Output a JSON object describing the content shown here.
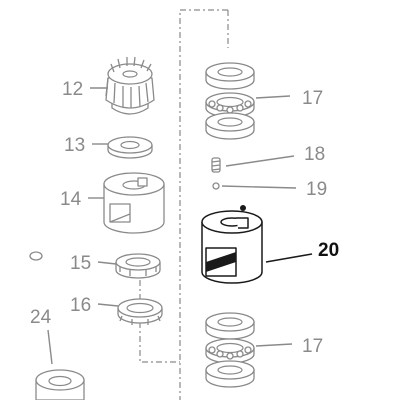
{
  "callouts": {
    "c12": "12",
    "c13": "13",
    "c14": "14",
    "c15": "15",
    "c16": "16",
    "c17_top": "17",
    "c17_bottom": "17",
    "c18": "18",
    "c19": "19",
    "c20": "20",
    "c24": "24"
  },
  "colors": {
    "line_grey": "#8a8a8a",
    "highlight": "#1a1a1a",
    "background": "#ffffff"
  }
}
